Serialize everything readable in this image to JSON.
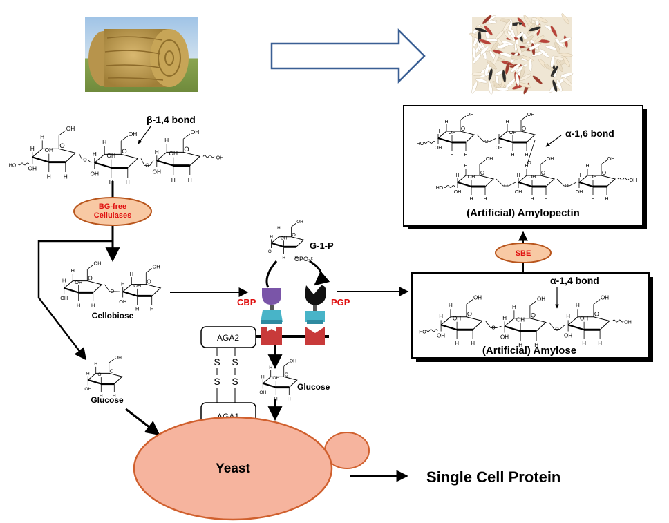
{
  "labels": {
    "beta_bond": "β-1,4 bond",
    "alpha16_bond": "α-1,6 bond",
    "alpha14_bond": "α-1,4 bond",
    "amylopectin": "(Artificial) Amylopectin",
    "amylose": "(Artificial) Amylose",
    "cellobiose": "Cellobiose",
    "glucose_left": "Glucose",
    "glucose_right": "Glucose",
    "g1p": "G-1-P",
    "opo3": "OPO₃²⁻",
    "cbp": "CBP",
    "pgp": "PGP",
    "sbe": "SBE",
    "aga2": "AGA2",
    "aga1": "AGA1",
    "s": "S",
    "yeast": "Yeast",
    "single_cell_protein": "Single Cell Protein",
    "bg_free_line1": "BG-free",
    "bg_free_line2": "Cellulases"
  },
  "atoms": {
    "H": "H",
    "OH": "OH",
    "HO": "HO",
    "O": "O"
  },
  "colors": {
    "enzyme_fill": "#f8c9a4",
    "enzyme_stroke": "#b8551c",
    "red_text": "#e01010",
    "yeast_fill": "#f6b49e",
    "yeast_stroke": "#d0602e",
    "arrow_blue": "#3a5f94",
    "purple": "#7a55a8",
    "teal": "#48b4c8",
    "crimson": "#c83a3a"
  }
}
